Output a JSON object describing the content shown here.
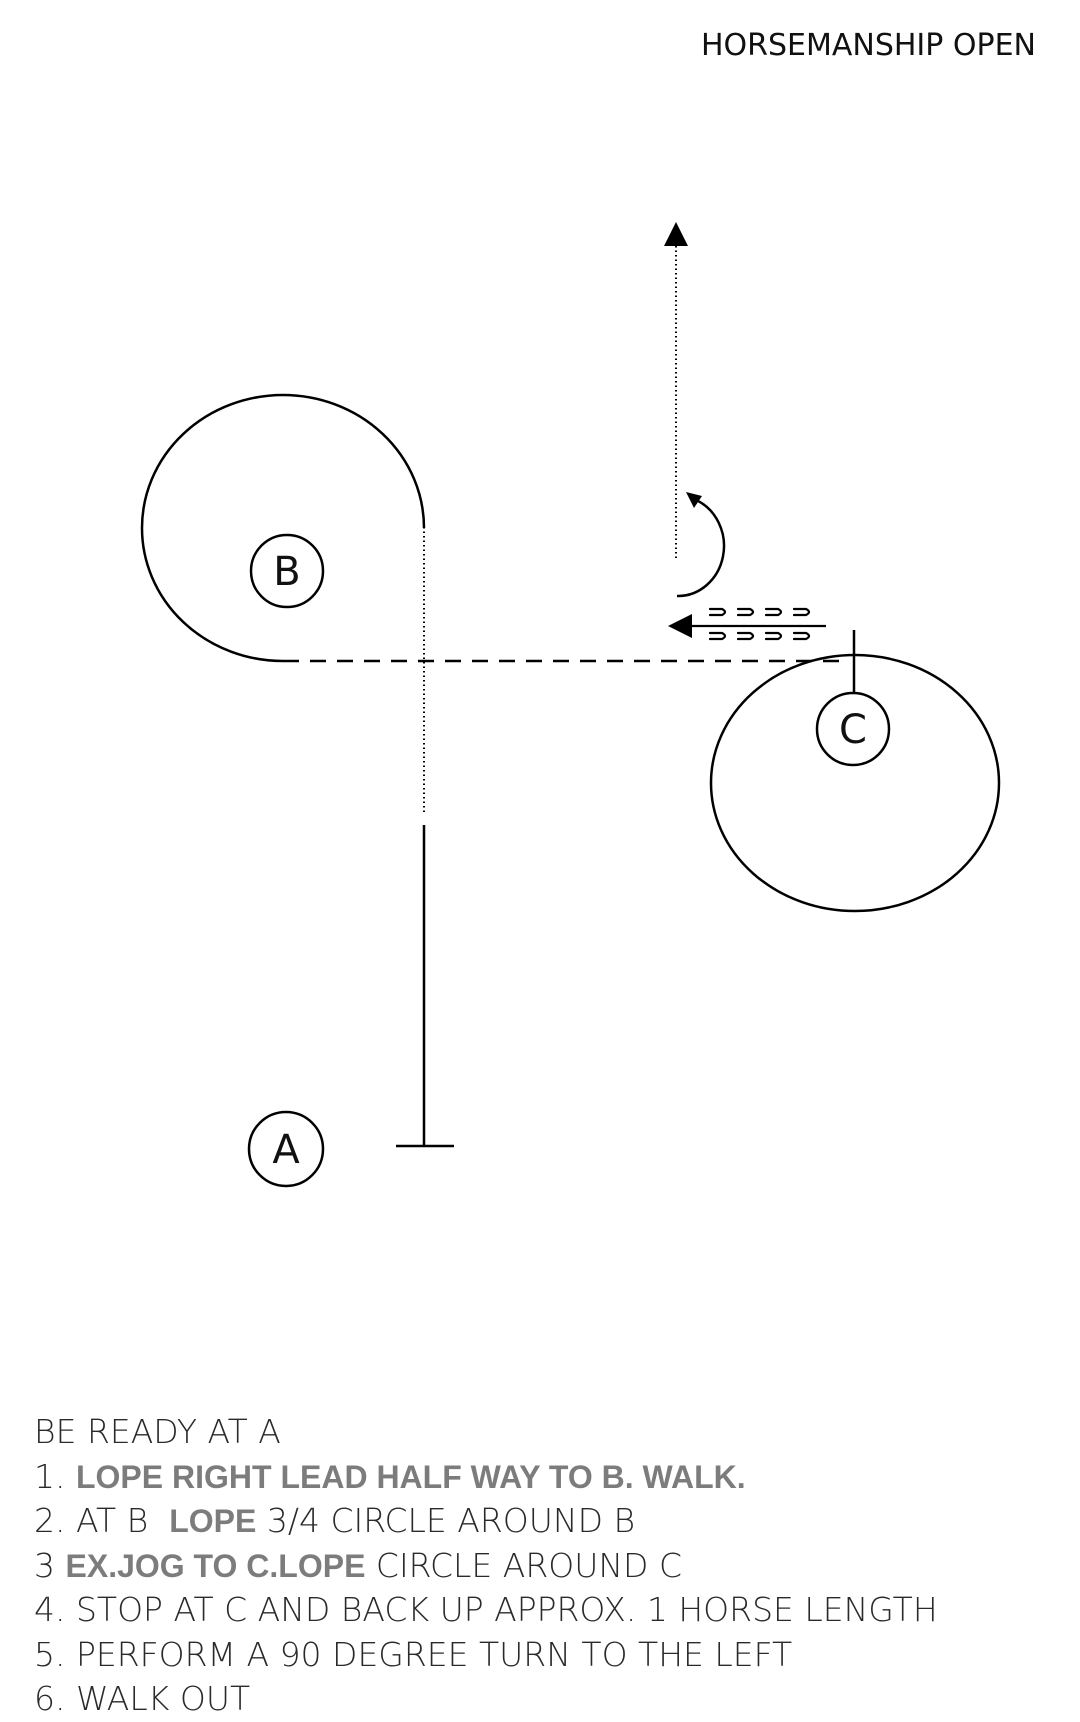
{
  "title": "HORSEMANSHIP OPEN",
  "markers": {
    "a": "A",
    "b": "B",
    "c": "C"
  },
  "instructions": [
    {
      "parts": [
        {
          "text": "BE READY AT A",
          "hl": false
        }
      ]
    },
    {
      "parts": [
        {
          "text": "1. ",
          "hl": false
        },
        {
          "text": "LOPE RIGHT LEAD HALF WAY TO B. WALK.",
          "hl": true
        }
      ]
    },
    {
      "parts": [
        {
          "text": "2. AT B  ",
          "hl": false
        },
        {
          "text": "LOPE",
          "hl": true
        },
        {
          "text": " 3/4 CIRCLE AROUND B",
          "hl": false
        }
      ]
    },
    {
      "parts": [
        {
          "text": "3 ",
          "hl": false
        },
        {
          "text": "EX.JOG TO C.LOPE",
          "hl": true
        },
        {
          "text": " CIRCLE AROUND C",
          "hl": false
        }
      ]
    },
    {
      "parts": [
        {
          "text": "4. STOP AT C AND BACK UP APPROX. 1 HORSE LENGTH",
          "hl": false
        }
      ]
    },
    {
      "parts": [
        {
          "text": "5. PERFORM A 90 DEGREE TURN TO THE LEFT",
          "hl": false
        }
      ]
    },
    {
      "parts": [
        {
          "text": "6. WALK OUT",
          "hl": false
        }
      ]
    }
  ]
}
